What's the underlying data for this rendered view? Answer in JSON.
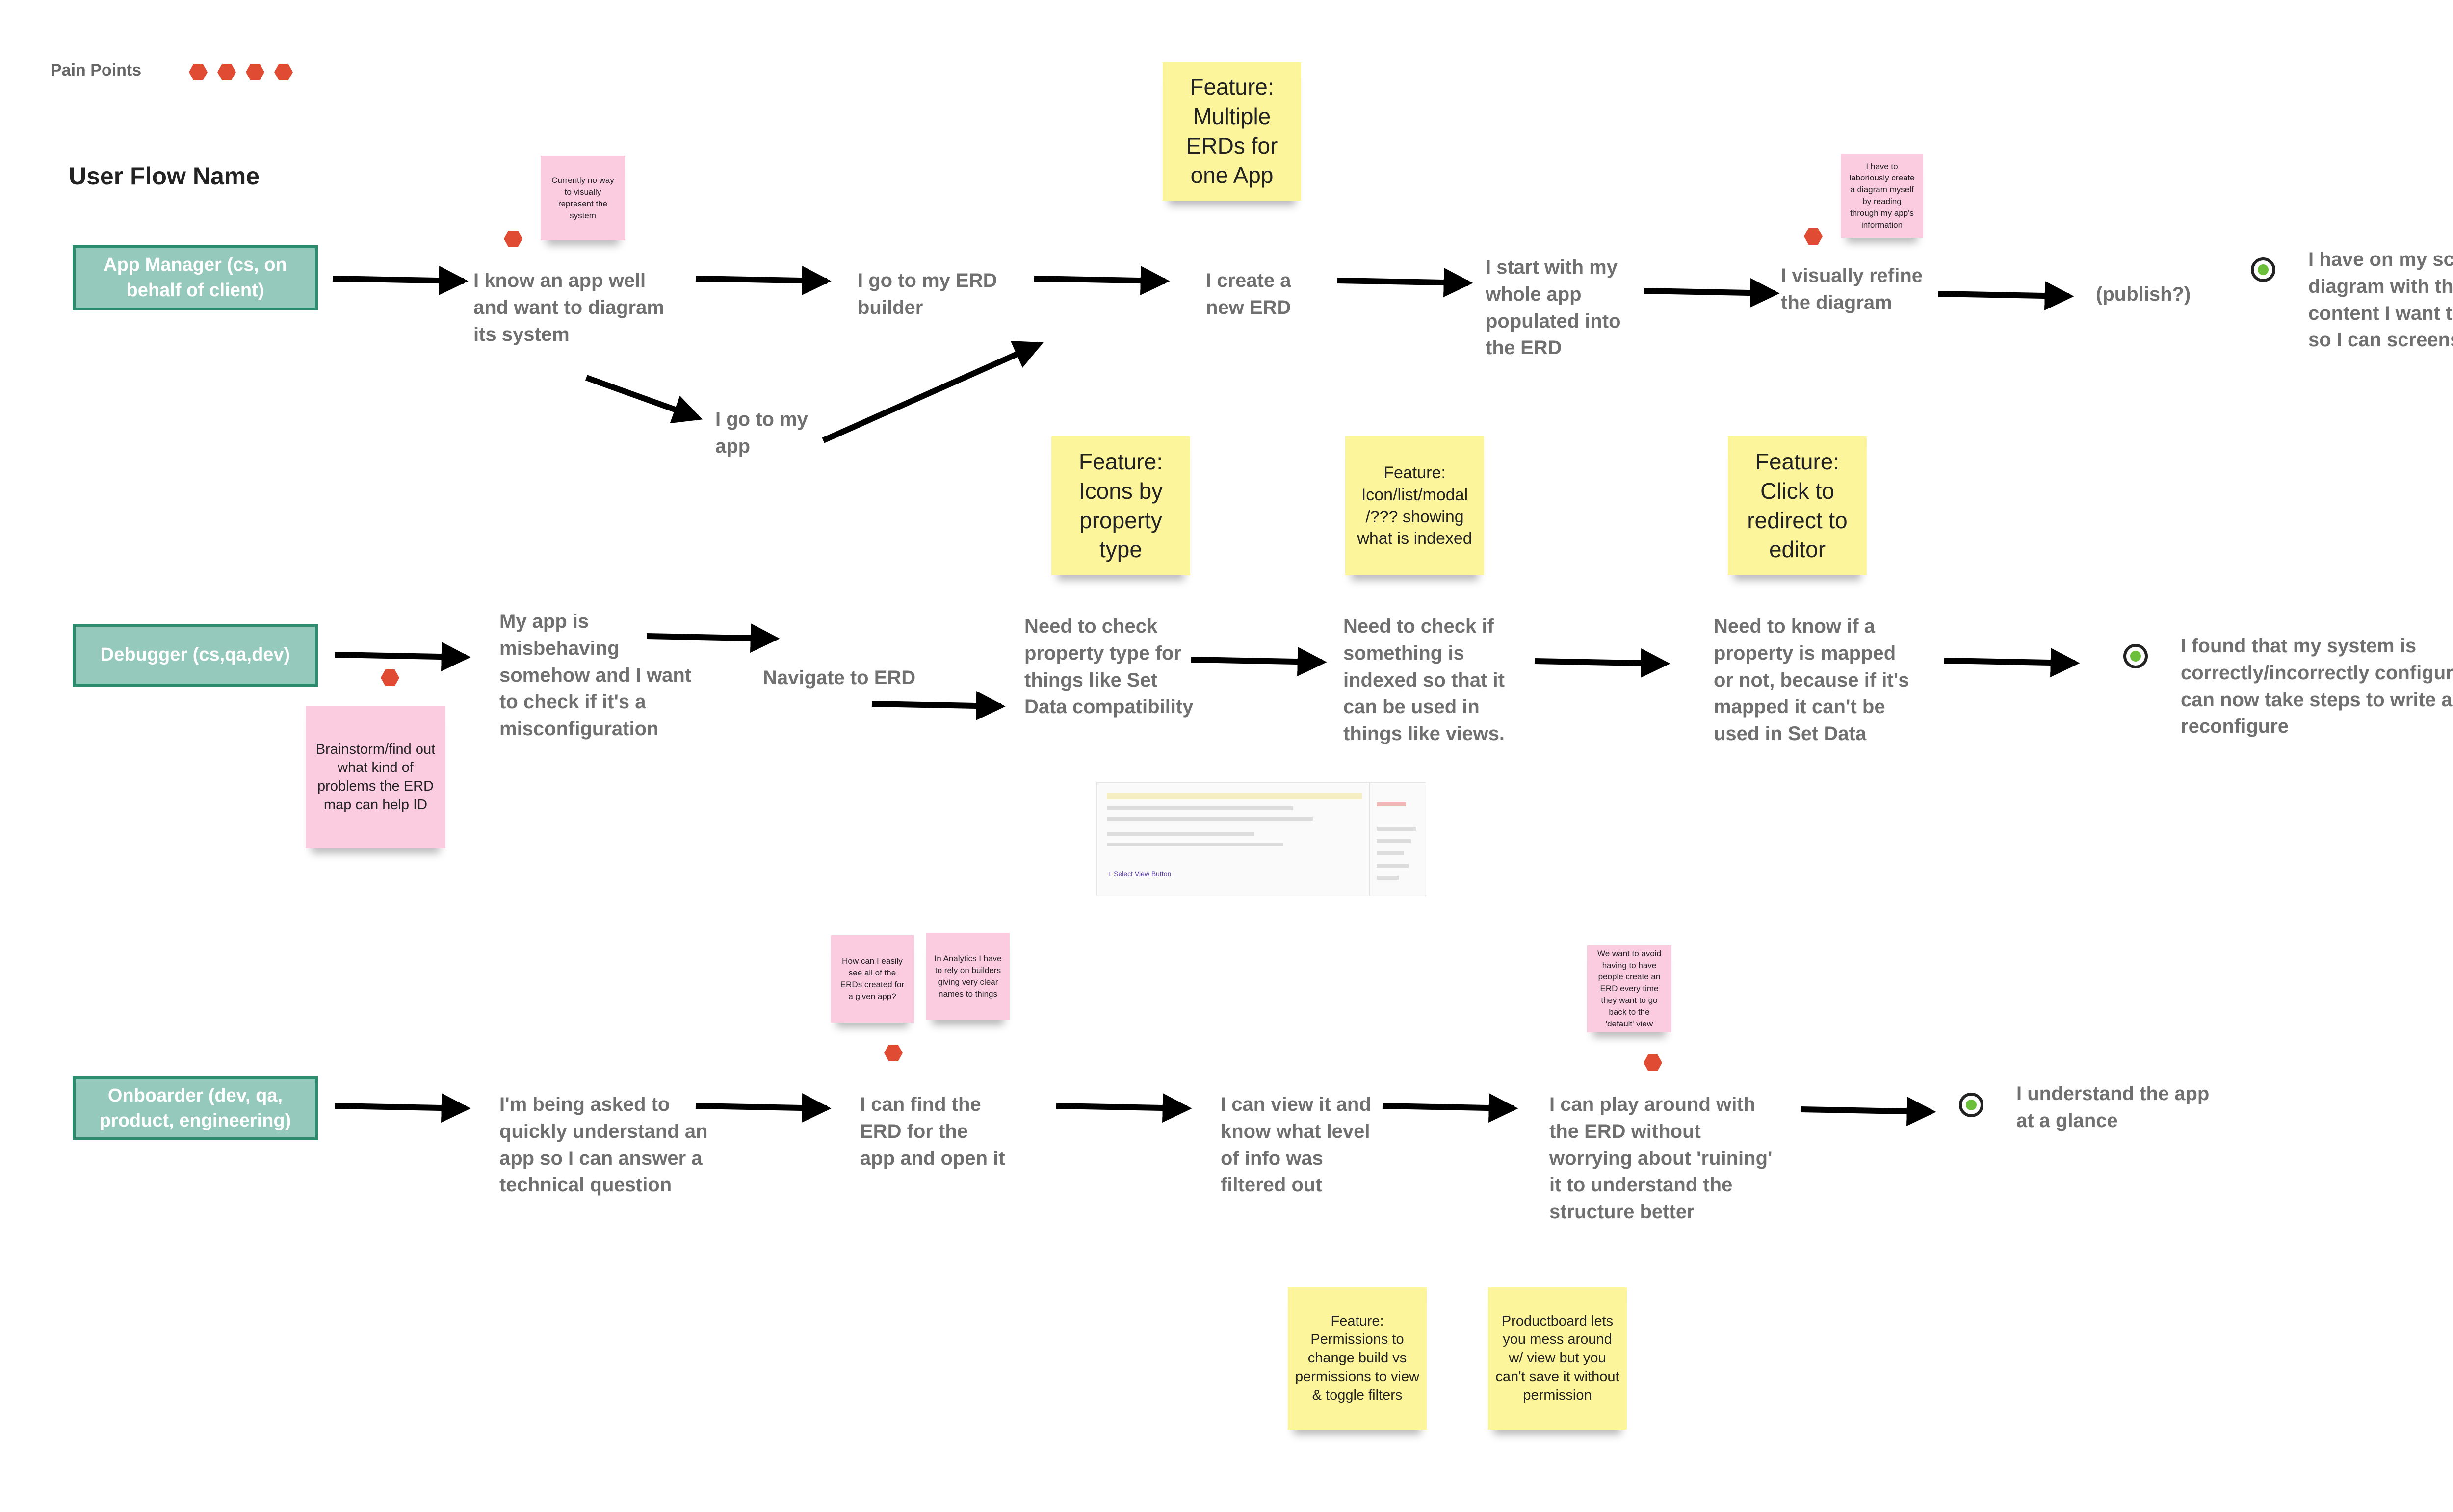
{
  "legend": {
    "label": "Pain Points",
    "marker_icon": "hexagon-icon",
    "marker_color": "#e04b33"
  },
  "flow_title": "User Flow Name",
  "colors": {
    "actor_fill": "#94c9bb",
    "actor_border": "#2d8c6e",
    "feature_sticky": "#fdf59b",
    "pain_sticky": "#fbcce0",
    "target_center": "#6cbf3a"
  },
  "rows": [
    {
      "actor": "App Manager (cs, on behalf of client)",
      "steps": [
        "I know an app well and want to diagram its system",
        "I go to my ERD builder",
        "I go to my app",
        "I create a new ERD",
        "I start with my whole app populated into the ERD",
        "I visually refine the diagram",
        "(publish?)",
        "I have on my screen a diagram with the content I want to see, so I can screenshot it"
      ],
      "stickies": {
        "pain_visual": "Currently no way to visually represent the system",
        "feature_multiple": "Feature: Multiple ERDs for one App",
        "pain_laborious": "I have to laboriously create a diagram myself by reading through my app's information"
      }
    },
    {
      "actor": "Debugger (cs,qa,dev)",
      "steps": [
        "My app is misbehaving somehow and I want to check if it's a misconfiguration",
        "Navigate to ERD",
        "Need to check property type for things like Set Data compatibility",
        "Need to check if something is indexed so that it can be used in things like views.",
        "Need to know if a property is mapped or not, because if it's mapped it can't be used in Set Data",
        "I found that my system is correctly/incorrectly configured and can now take steps to write a bug or reconfigure"
      ],
      "stickies": {
        "pain_brainstorm": "Brainstorm/find out what kind of problems the ERD map can help ID",
        "feature_icons": "Feature: Icons by property type",
        "feature_indexed": "Feature: Icon/list/modal /??? showing what is indexed",
        "feature_redirect": "Feature: Click to redirect to editor"
      },
      "screenshot_link": "+ Select View Button"
    },
    {
      "actor": "Onboarder (dev, qa, product, engineering)",
      "steps": [
        "I'm being asked to quickly understand an app so I can answer a technical question",
        "I can find the ERD for the app and open it",
        "I can view it and know what level of info was filtered out",
        "I can play around with the ERD without worrying about 'ruining' it to understand the structure better",
        "I understand the app at a glance"
      ],
      "stickies": {
        "pain_see_all": "How can I easily see all of the ERDs created for a given app?",
        "pain_analytics": "In Analytics I have to rely on builders giving very clear names to things",
        "pain_avoid": "We want to avoid having to have people create an ERD every time they want to go back to the 'default' view",
        "feature_permissions": "Feature: Permissions to change build vs permissions to view & toggle filters",
        "note_productboard": "Productboard lets you mess around w/ view but you can't save it without permission"
      }
    }
  ]
}
